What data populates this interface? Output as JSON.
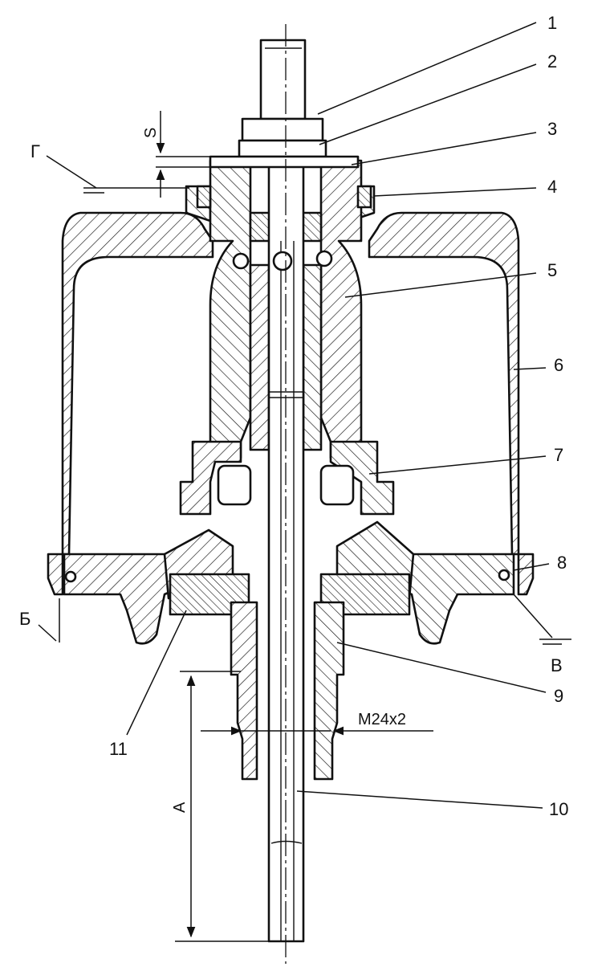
{
  "callouts": [
    {
      "id": "1",
      "label": "1"
    },
    {
      "id": "2",
      "label": "2"
    },
    {
      "id": "3",
      "label": "3"
    },
    {
      "id": "4",
      "label": "4"
    },
    {
      "id": "5",
      "label": "5"
    },
    {
      "id": "6",
      "label": "6"
    },
    {
      "id": "7",
      "label": "7"
    },
    {
      "id": "8",
      "label": "8"
    },
    {
      "id": "9",
      "label": "9"
    },
    {
      "id": "10",
      "label": "10"
    },
    {
      "id": "11",
      "label": "11"
    }
  ],
  "dimensions": {
    "gap": "S",
    "length": "A",
    "thread": "M24x2"
  },
  "surfaces": {
    "g": "Г",
    "b": "Б",
    "v": "В"
  },
  "colors": {
    "ink": "#111111",
    "paper": "#ffffff"
  }
}
